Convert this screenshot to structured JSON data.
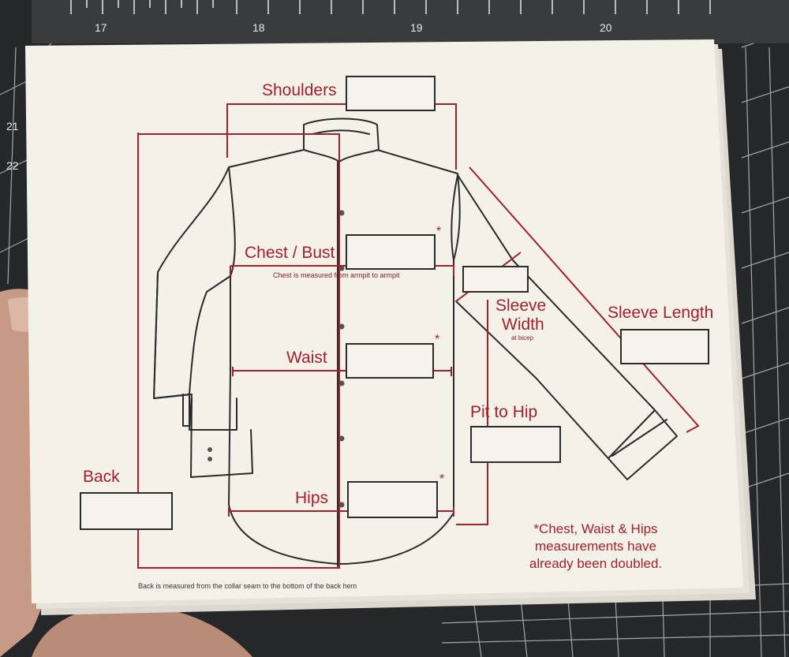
{
  "labels": {
    "shoulders": "Shoulders",
    "chest_bust": "Chest / Bust",
    "chest_note": "Chest is measured from armpit to armpit",
    "waist": "Waist",
    "hips": "Hips",
    "back": "Back",
    "sleeve_width": "Sleeve",
    "sleeve_width_2": "Width",
    "sleeve_width_note": "at bicep",
    "sleeve_length": "Sleeve Length",
    "pit_to_hip": "Pit to Hip"
  },
  "asterisk": "*",
  "note_lines": [
    "*Chest, Waist & Hips",
    "measurements have",
    "already been doubled."
  ],
  "back_caption": "Back is measured from the collar seam to the bottom of the back hem",
  "ruler_numbers": [
    "17",
    "18",
    "19",
    "20",
    "21",
    "22"
  ],
  "colors": {
    "accent": "#a3202c",
    "ink": "#2b2b2b",
    "card": "#f4f1e8",
    "mat": "#2a2b2d"
  }
}
